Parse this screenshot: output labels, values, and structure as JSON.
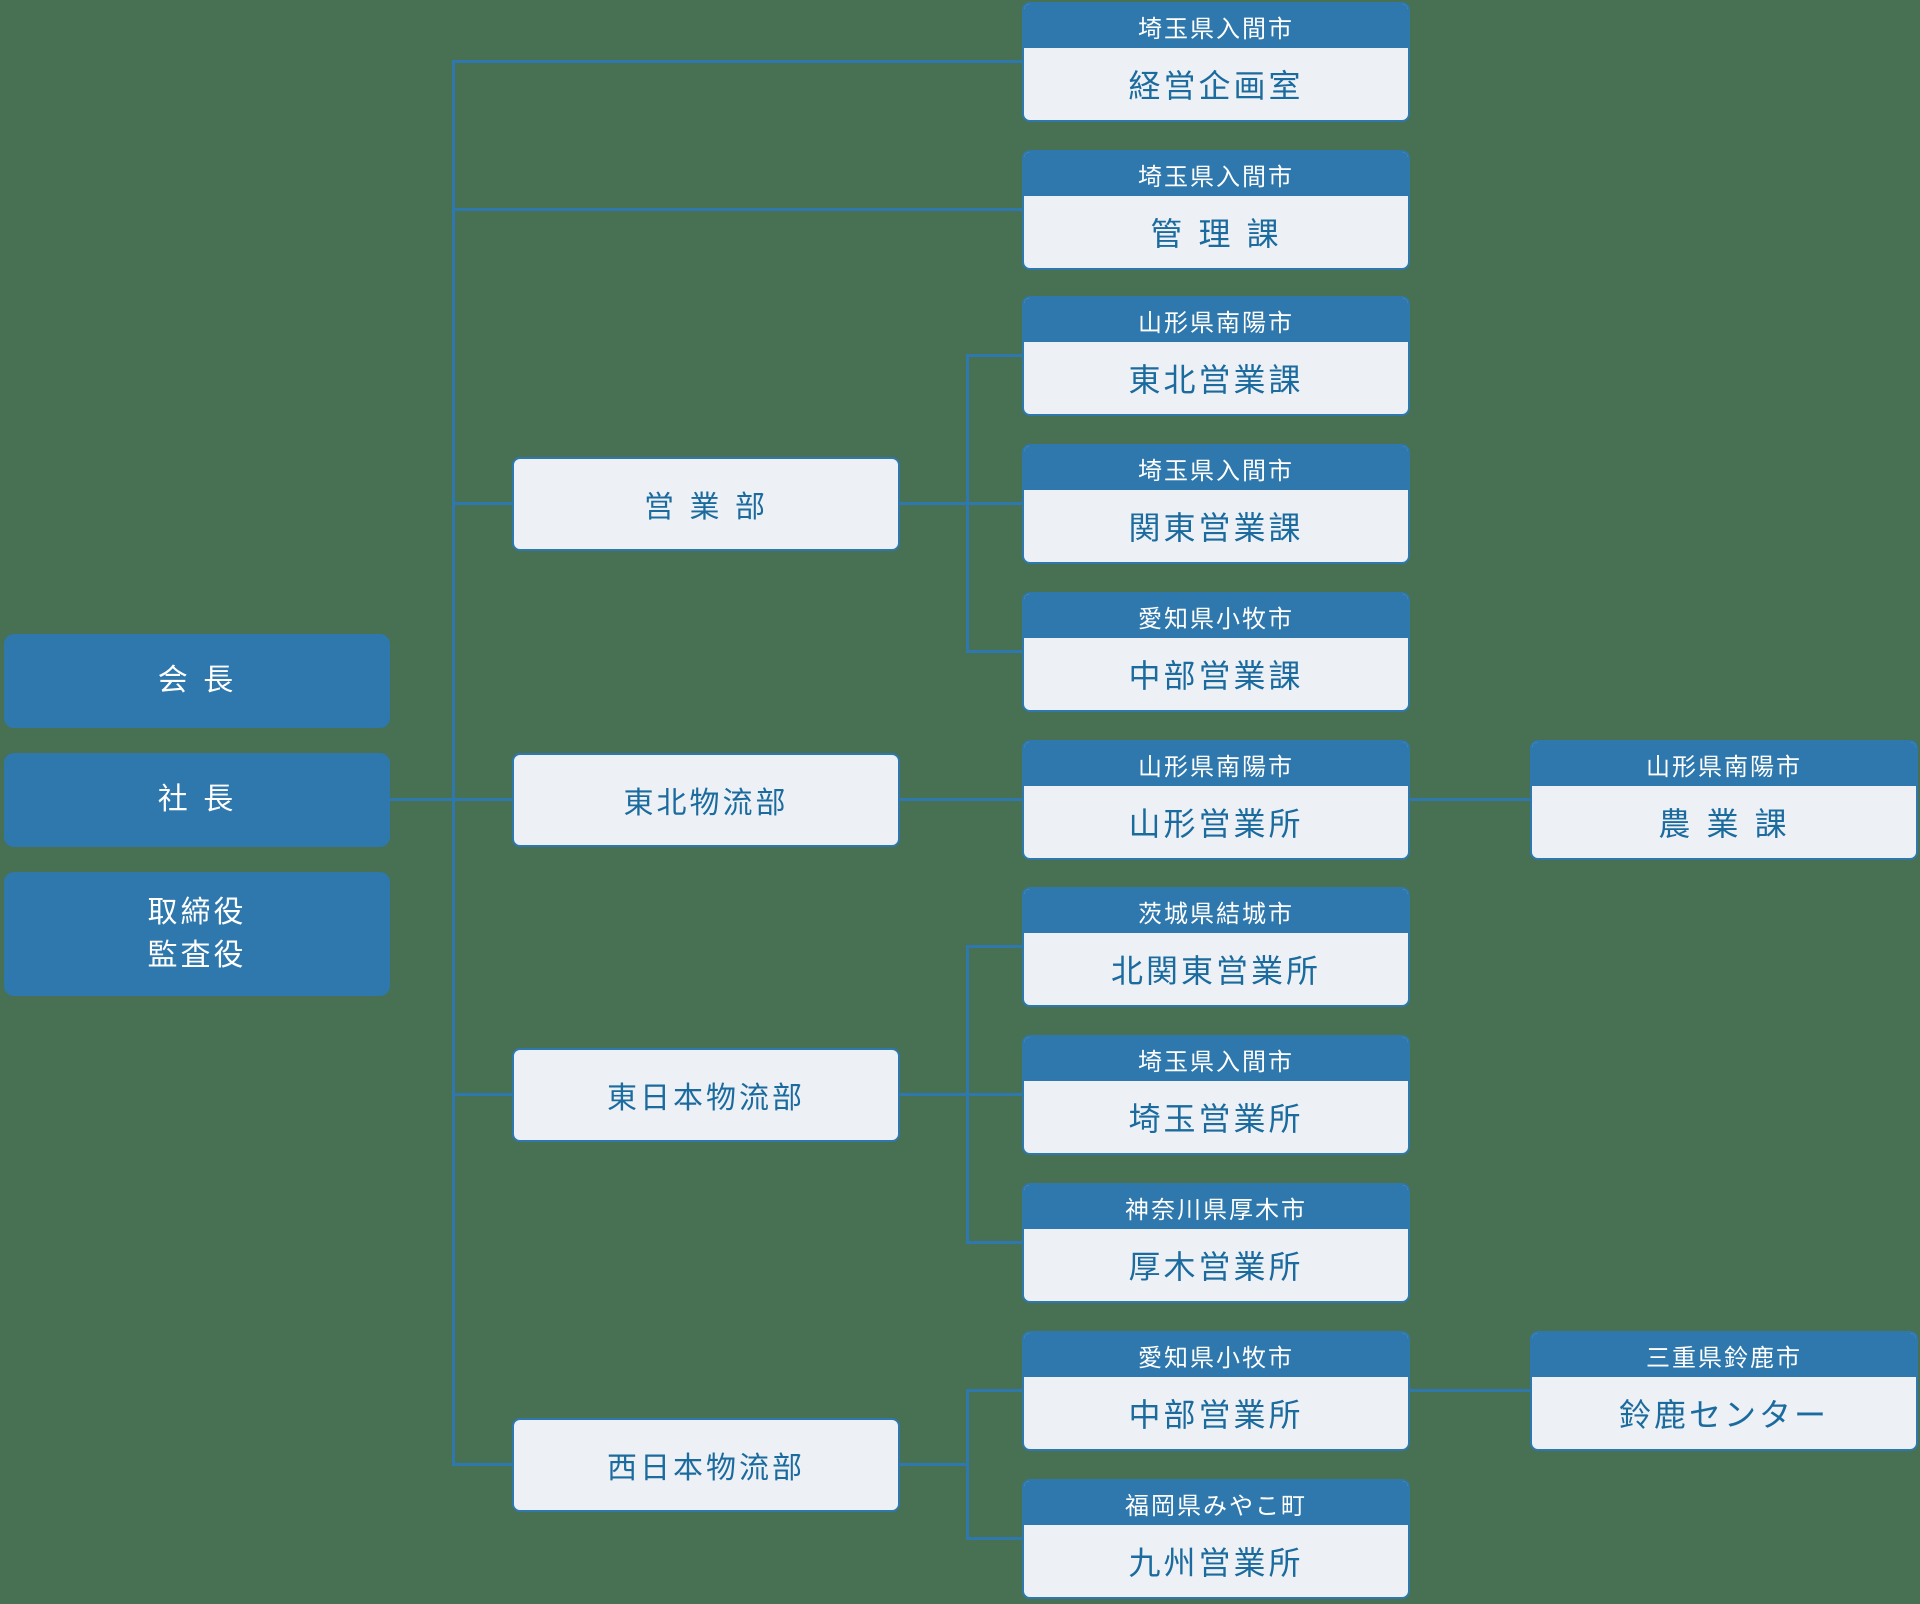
{
  "colors": {
    "background": "#487053",
    "accent_blue": "#2e78ad",
    "box_body_bg": "#edf1f5",
    "box_text_blue": "#1b6b9f",
    "header_text_white": "#ffffff"
  },
  "executives": [
    {
      "label": "会 長"
    },
    {
      "label": "社 長"
    },
    {
      "label_line1": "取締役",
      "label_line2": "監査役"
    }
  ],
  "departments": [
    {
      "label": "営 業 部"
    },
    {
      "label": "東北物流部"
    },
    {
      "label": "東日本物流部"
    },
    {
      "label": "西日本物流部"
    }
  ],
  "units": [
    {
      "location": "埼玉県入間市",
      "name": "経営企画室"
    },
    {
      "location": "埼玉県入間市",
      "name": "管 理 課"
    },
    {
      "location": "山形県南陽市",
      "name": "東北営業課"
    },
    {
      "location": "埼玉県入間市",
      "name": "関東営業課"
    },
    {
      "location": "愛知県小牧市",
      "name": "中部営業課"
    },
    {
      "location": "山形県南陽市",
      "name": "山形営業所"
    },
    {
      "location": "茨城県結城市",
      "name": "北関東営業所"
    },
    {
      "location": "埼玉県入間市",
      "name": "埼玉営業所"
    },
    {
      "location": "神奈川県厚木市",
      "name": "厚木営業所"
    },
    {
      "location": "愛知県小牧市",
      "name": "中部営業所"
    },
    {
      "location": "福岡県みやこ町",
      "name": "九州営業所"
    }
  ],
  "sub_units": [
    {
      "location": "山形県南陽市",
      "name": "農 業 課"
    },
    {
      "location": "三重県鈴鹿市",
      "name": "鈴鹿センター"
    }
  ]
}
